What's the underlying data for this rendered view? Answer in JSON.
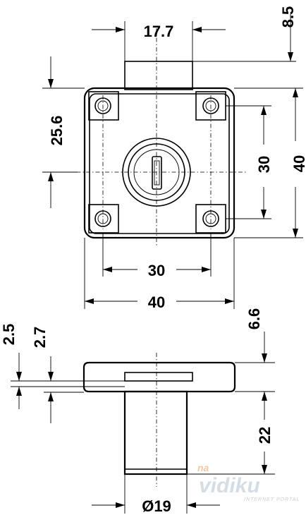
{
  "dimensions": {
    "width_top": "17.7",
    "height_top": "8.5",
    "height_left": "25.6",
    "hole_spacing_vertical": "30",
    "body_height": "40",
    "hole_spacing_horizontal": "30",
    "body_width": "40",
    "plate_gap_1": "2.5",
    "plate_gap_2": "2.7",
    "plate_thickness": "6.6",
    "cylinder_length": "22",
    "cylinder_diameter": "Ø19"
  },
  "watermark": {
    "prefix": "na",
    "brand": "vidiku",
    "tagline": "INTERNET PORTAL"
  }
}
